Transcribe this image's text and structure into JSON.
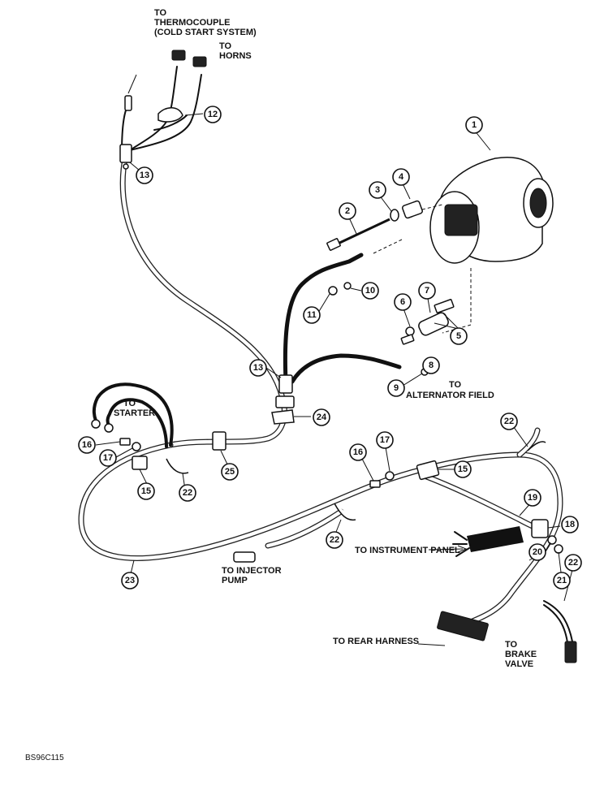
{
  "labels": {
    "thermocouple_line1": "TO",
    "thermocouple_line2": "THERMOCOUPLE",
    "thermocouple_line3": "(COLD START SYSTEM)",
    "horns_line1": "TO",
    "horns_line2": "HORNS",
    "starter_line1": "TO",
    "starter_line2": "STARTER",
    "alternator_field_line1": "TO",
    "alternator_field_line2": "ALTERNATOR FIELD",
    "instrument_panel": "TO INSTRUMENT PANEL",
    "injector_line1": "TO INJECTOR",
    "injector_line2": "PUMP",
    "rear_harness": "TO REAR HARNESS",
    "brake_line1": "TO",
    "brake_line2": "BRAKE",
    "brake_line3": "VALVE",
    "figure_code": "BS96C115"
  },
  "callouts": [
    "1",
    "2",
    "3",
    "4",
    "5",
    "6",
    "7",
    "8",
    "9",
    "10",
    "11",
    "12",
    "13",
    "13",
    "15",
    "15",
    "16",
    "16",
    "17",
    "17",
    "18",
    "19",
    "20",
    "21",
    "22",
    "22",
    "22",
    "22",
    "23",
    "24",
    "25"
  ]
}
